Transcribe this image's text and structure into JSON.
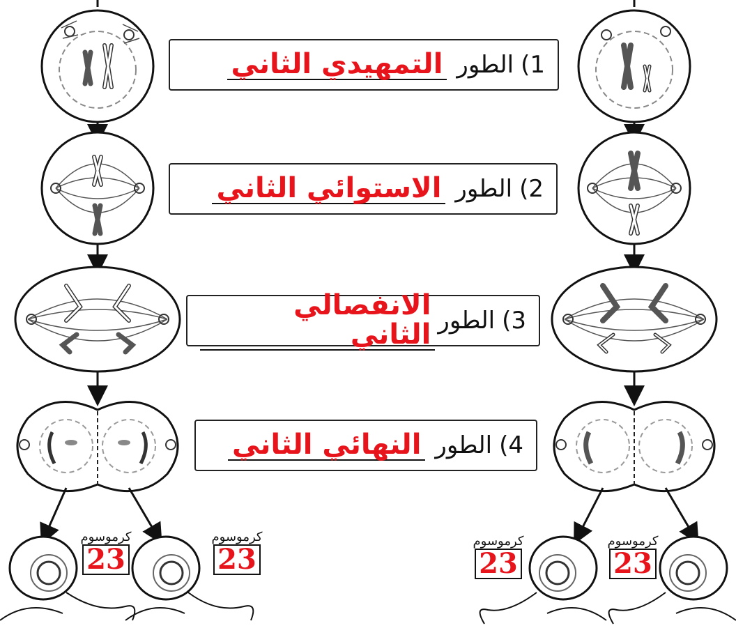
{
  "stages": [
    {
      "num": "1)",
      "word": "الطور",
      "name": "التمهيدي الثاني"
    },
    {
      "num": "2)",
      "word": "الطور",
      "name": "الاستوائي الثاني"
    },
    {
      "num": "3)",
      "word": "الطور",
      "name": "الانفصالي الثاني"
    },
    {
      "num": "4)",
      "word": "الطور",
      "name": "النهائي الثاني"
    }
  ],
  "gametes": [
    {
      "label": "كرموسوم",
      "count": "23"
    },
    {
      "label": "كرموسوم",
      "count": "23"
    },
    {
      "label": "كرموسوم",
      "count": "23"
    },
    {
      "label": "كرموسوم",
      "count": "23"
    }
  ],
  "colors": {
    "answer": "#e8141b",
    "ink": "#111111",
    "chromosome_dark": "#6b6b6b"
  }
}
